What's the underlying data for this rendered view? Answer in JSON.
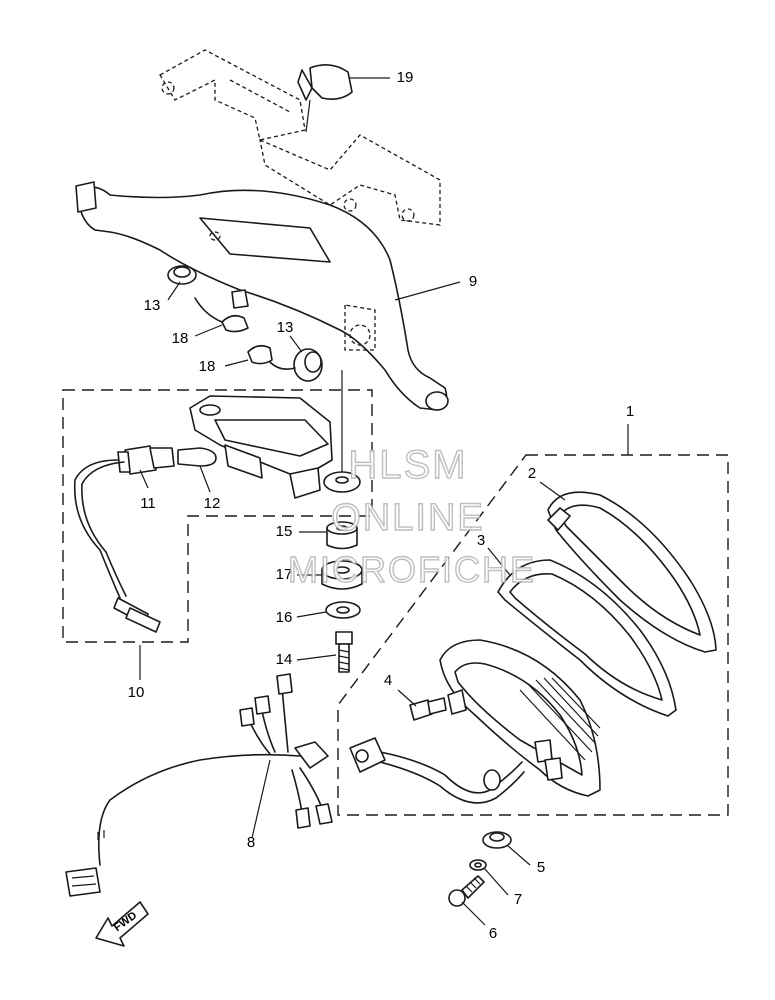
{
  "callouts": {
    "c1": "1",
    "c2": "2",
    "c3": "3",
    "c4": "4",
    "c5": "5",
    "c6": "6",
    "c7": "7",
    "c8": "8",
    "c9": "9",
    "c10": "10",
    "c11": "11",
    "c12": "12",
    "c13a": "13",
    "c13b": "13",
    "c14": "14",
    "c15": "15",
    "c16": "16",
    "c17": "17",
    "c18a": "18",
    "c18b": "18",
    "c19": "19"
  },
  "watermark": {
    "line1": "HLSM",
    "line2": "ONLINE",
    "line3": "MICROFICHE"
  },
  "fwd_label": "FWD"
}
